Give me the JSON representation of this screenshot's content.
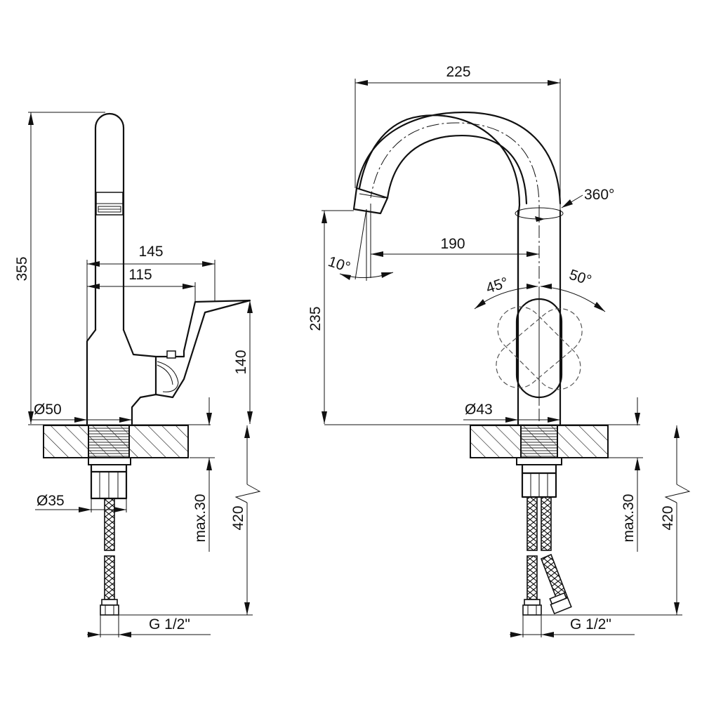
{
  "side_view": {
    "height_total": "355",
    "lever_reach_outer": "145",
    "lever_reach_inner": "115",
    "lever_height": "140",
    "base_diameter": "Ø50",
    "thread_diameter": "Ø35",
    "max_counter_thickness": "max.30",
    "hose_length": "420",
    "connection_thread": "G 1/2\""
  },
  "front_view": {
    "overall_width": "225",
    "spout_reach": "190",
    "spout_rotation": "360°",
    "spout_height": "235",
    "spout_outlet_angle": "10°",
    "lever_angle_left": "45°",
    "lever_angle_right": "50°",
    "base_diameter": "Ø43",
    "max_counter_thickness": "max.30",
    "hose_length": "420",
    "connection_thread": "G 1/2\""
  }
}
